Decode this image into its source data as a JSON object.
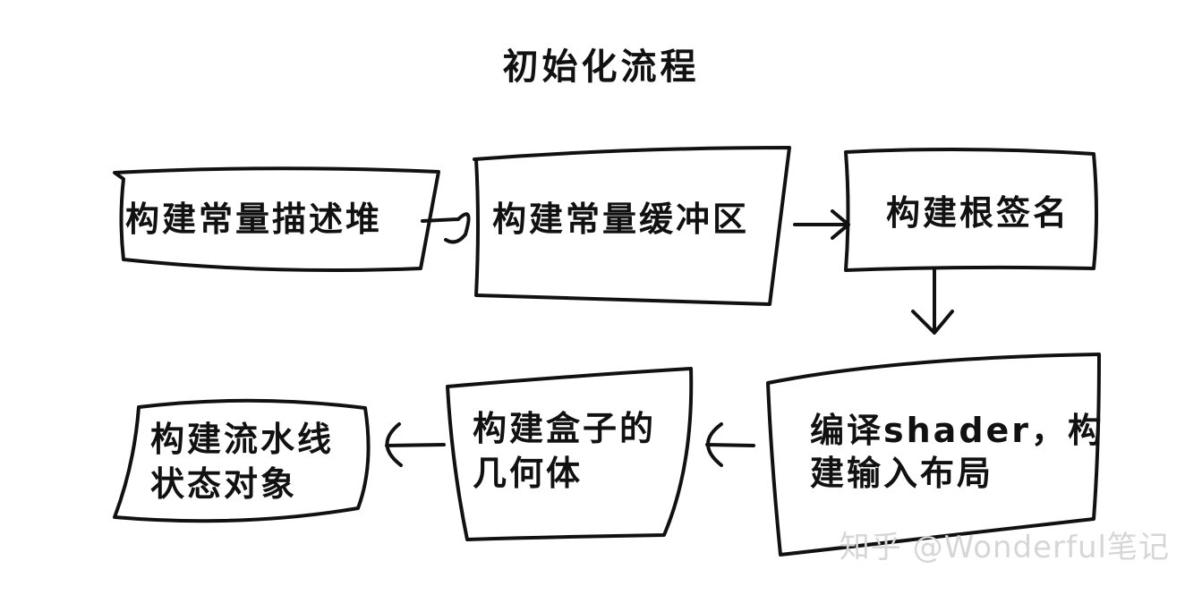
{
  "title": "初始化流程",
  "steps": [
    {
      "label": "构建常量描述堆"
    },
    {
      "label": "构建常量缓冲区"
    },
    {
      "label": "构建根签名"
    },
    {
      "label_line1": "编译shader，构",
      "label_line2": "建输入布局"
    },
    {
      "label_line1": "构建盒子的",
      "label_line2": "几何体"
    },
    {
      "label_line1": "构建流水线",
      "label_line2": "状态对象"
    }
  ],
  "watermark": "知乎 @Wonderful笔记"
}
